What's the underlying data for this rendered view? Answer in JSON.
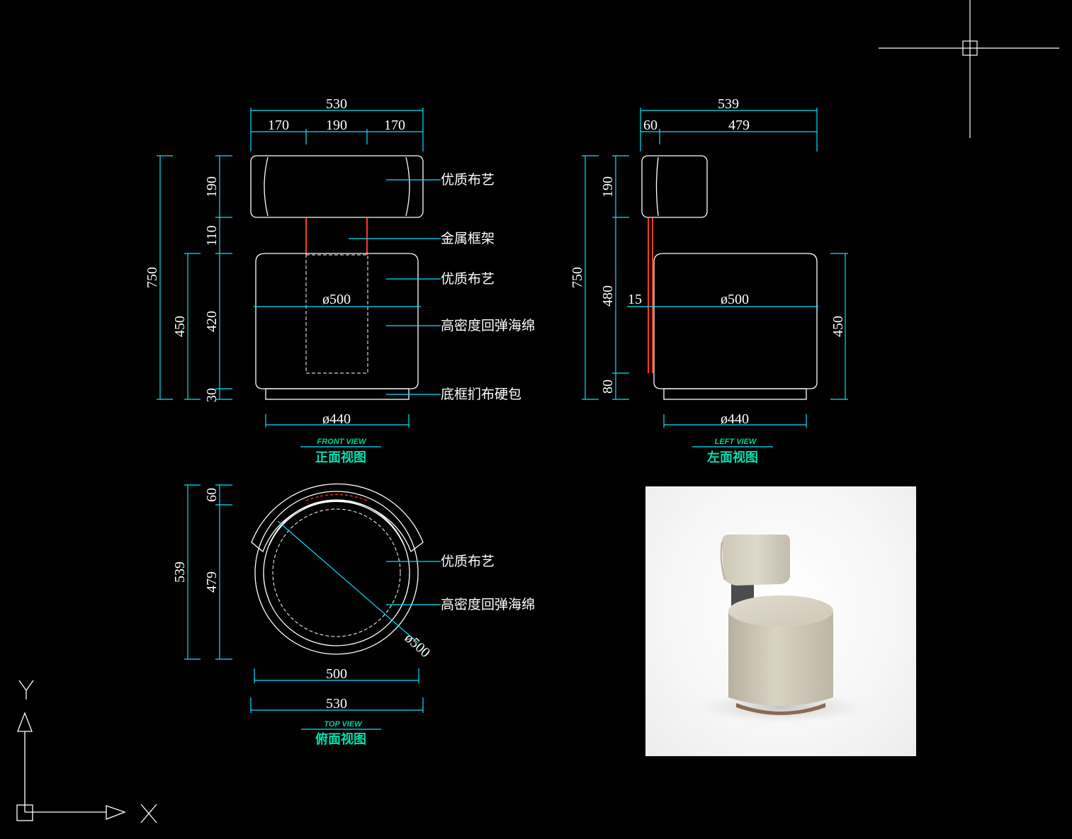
{
  "front_view": {
    "title_en": "FRONT VIEW",
    "title_cn": "正面视图",
    "dims": {
      "overall_width": "530",
      "left_pad": "170",
      "middle": "190",
      "right_pad": "170",
      "total_height": "750",
      "seat_height": "450",
      "back_height": "190",
      "gap": "110",
      "cushion": "420",
      "base": "30",
      "seat_diameter": "ø500",
      "base_diameter": "ø440"
    },
    "labels": [
      "优质布艺",
      "金属框架",
      "优质布艺",
      "高密度回弹海绵",
      "底框扪布硬包"
    ]
  },
  "left_view": {
    "title_en": "LEFT VIEW",
    "title_cn": "左面视图",
    "dims": {
      "overall_depth": "539",
      "back_depth": "60",
      "seat_depth": "479",
      "total_height": "750",
      "back_height": "190",
      "frame": "480",
      "base": "80",
      "offset": "15",
      "seat_diameter": "ø500",
      "seat_height": "450",
      "base_diameter": "ø440"
    }
  },
  "top_view": {
    "title_en": "TOP VIEW",
    "title_cn": "俯面视图",
    "dims": {
      "overall_depth": "539",
      "back": "60",
      "seat": "479",
      "diag_diameter": "ø500",
      "seat_width": "500",
      "overall_width": "530"
    },
    "labels": [
      "优质布艺",
      "高密度回弹海绵"
    ]
  },
  "ucs": {
    "x_label": "X",
    "y_label": "Y"
  },
  "colors": {
    "background": "#000000",
    "dimension": "#00e5ff",
    "geometry": "#ffffff",
    "metal_frame": "#ff3b1f",
    "title": "#00e0b0"
  },
  "render_photo": {
    "subject": "upholstered swivel chair render",
    "fabric_color": "#cfc8b8"
  }
}
